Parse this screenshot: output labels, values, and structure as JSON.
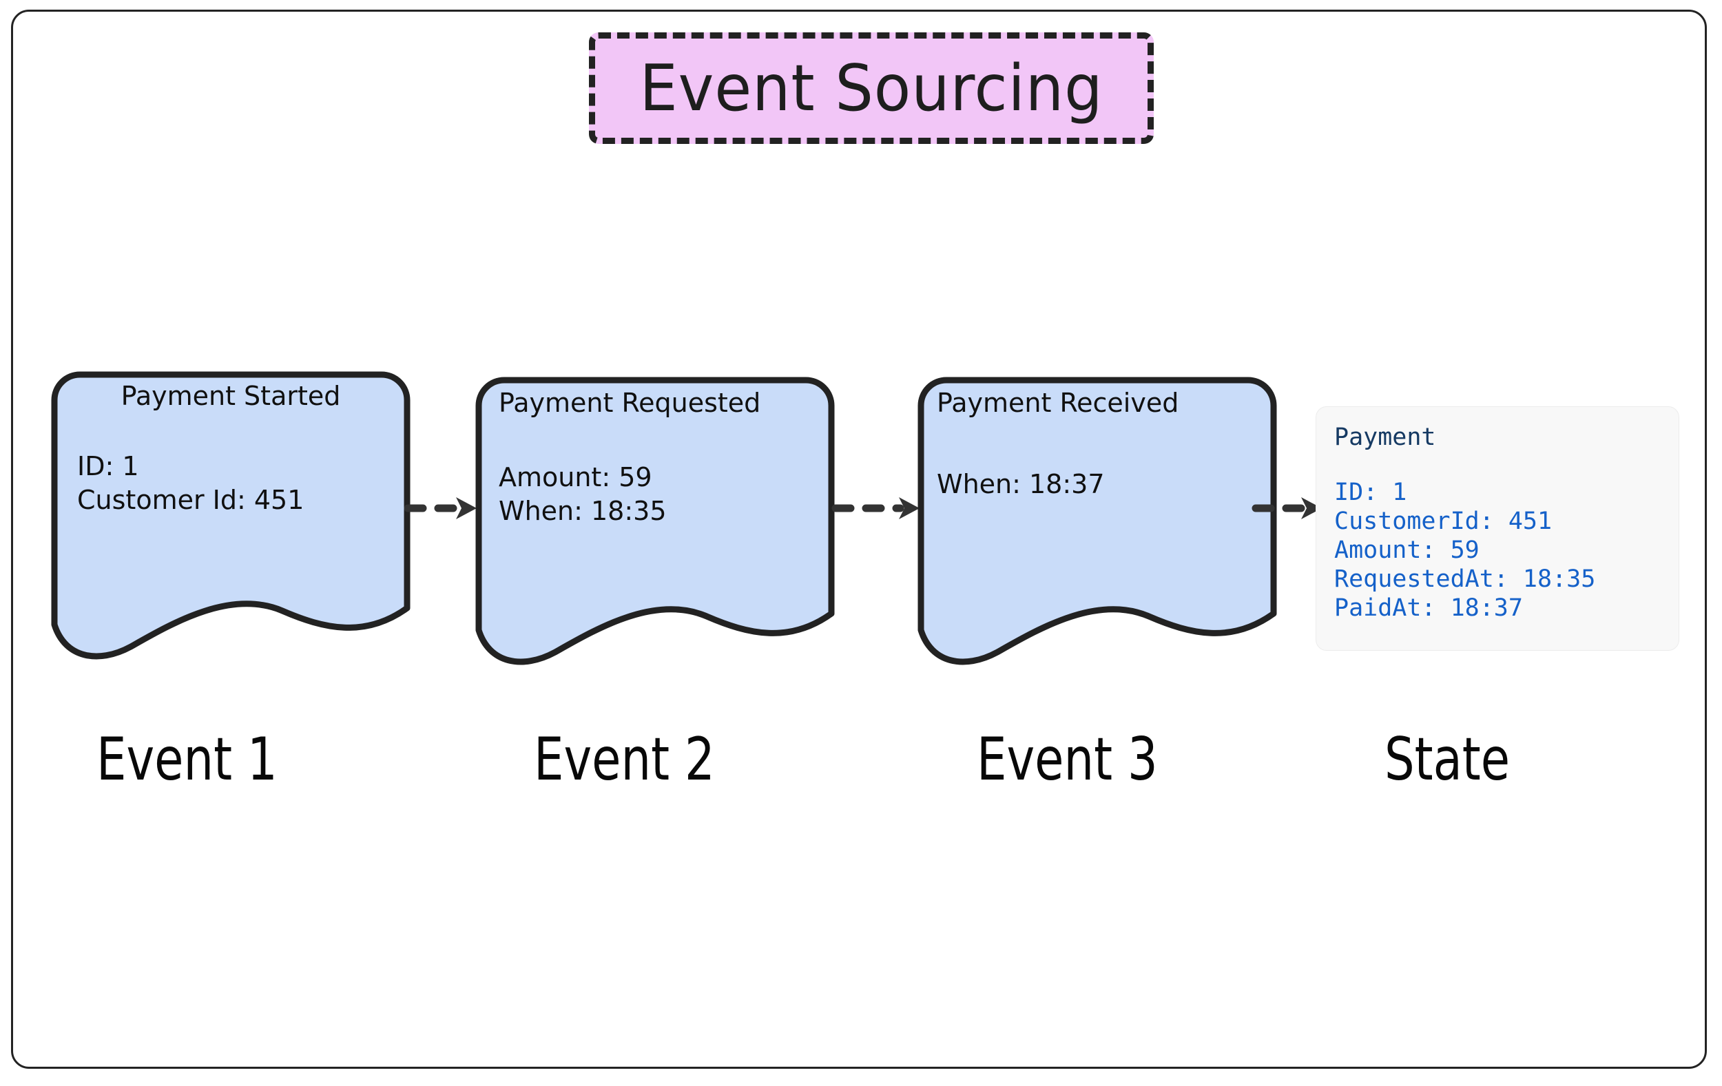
{
  "diagram": {
    "title": "Event Sourcing",
    "title_bg": "#f2c6f7",
    "card_fill": "#c9dcf9",
    "card_stroke": "#222222",
    "frame_stroke": "#232323",
    "state_bg": "#f8f8f8",
    "state_text_color": "#1561c9",
    "state_title_color": "#163a63",
    "arrow_color": "#333333"
  },
  "cards": [
    {
      "title": "Payment Started",
      "lines": [
        "ID: 1",
        "Customer Id: 451"
      ],
      "caption": "Event 1"
    },
    {
      "title": "Payment Requested",
      "lines": [
        "Amount: 59",
        "When: 18:35"
      ],
      "caption": "Event 2"
    },
    {
      "title": "Payment Received",
      "lines": [
        "When: 18:37"
      ],
      "caption": "Event 3"
    }
  ],
  "state": {
    "title": "Payment",
    "lines": [
      "ID: 1",
      "CustomerId: 451",
      "Amount: 59",
      "RequestedAt: 18:35",
      "PaidAt: 18:37"
    ],
    "caption": "State"
  },
  "arrows": [
    {
      "name": "arrow-event1-to-event2"
    },
    {
      "name": "arrow-event2-to-event3"
    },
    {
      "name": "arrow-event3-to-state"
    }
  ]
}
